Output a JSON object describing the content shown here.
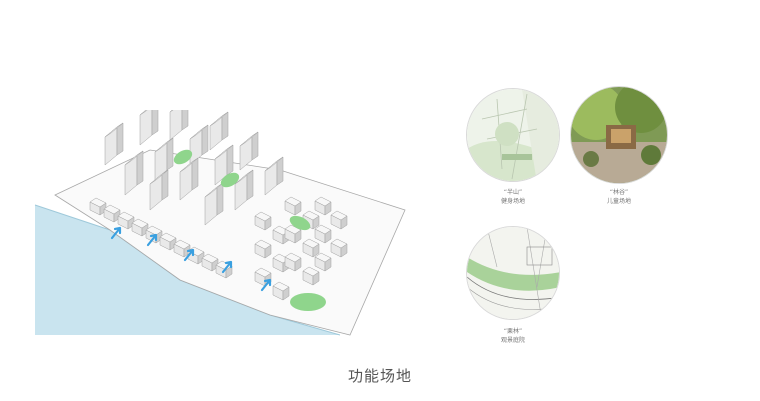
{
  "title": "功能场地",
  "places": [
    {
      "name": "“半山”",
      "desc": "健身场地"
    },
    {
      "name": "“林谷”",
      "desc": "儿童场地"
    },
    {
      "name": "“栗林”",
      "desc": "观景庭院"
    }
  ],
  "colors": {
    "water": "#c7e3ee",
    "green": "#8fd58c",
    "arrow": "#3aa0e0",
    "building": "#f2f2f2",
    "building_side": "#cfcfcf",
    "outline": "#9a9a9a"
  }
}
